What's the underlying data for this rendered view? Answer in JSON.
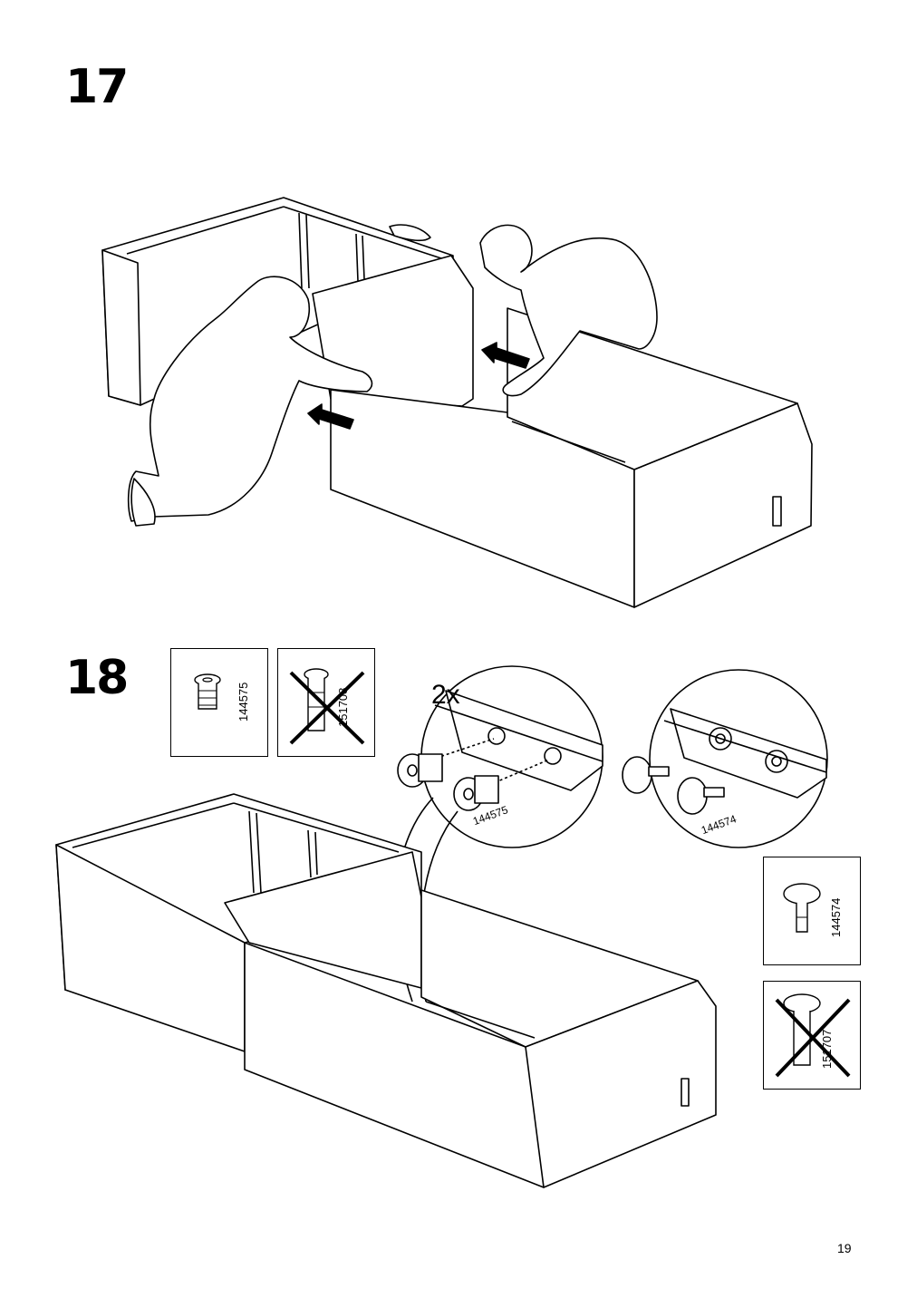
{
  "steps": {
    "step17": {
      "number": "17"
    },
    "step18": {
      "number": "18",
      "parts": {
        "dowel_insert_ok": "144575",
        "dowel_insert_wrong": "151708",
        "cam_pin_ok": "144574",
        "cam_pin_wrong": "151707"
      },
      "callouts": {
        "quantity": "2x",
        "left_part": "144575",
        "right_part": "144574"
      }
    }
  },
  "page": {
    "number": "19"
  }
}
